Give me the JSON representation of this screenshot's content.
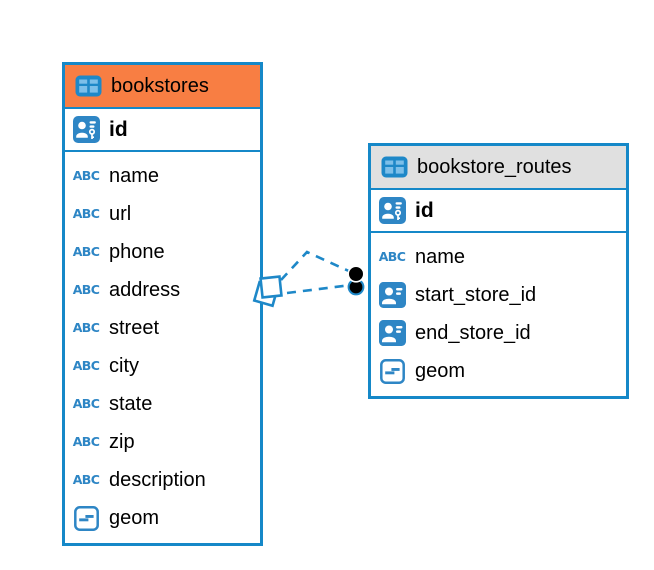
{
  "colors": {
    "accent_blue": "#1588C8",
    "icon_blue": "#2E86C5",
    "icon_light_blue": "#7DBFE9",
    "header_orange": "#F87E43",
    "header_gray": "#E0E0E0",
    "line_blue": "#1E88C8",
    "text": "#000000"
  },
  "icons": {
    "text_type_glyph": "ABC"
  },
  "tables": [
    {
      "name": "bookstores",
      "header_style": "orange",
      "primary_key": {
        "label": "id"
      },
      "fields": [
        {
          "label": "name",
          "type": "text"
        },
        {
          "label": "url",
          "type": "text"
        },
        {
          "label": "phone",
          "type": "text"
        },
        {
          "label": "address",
          "type": "text"
        },
        {
          "label": "street",
          "type": "text"
        },
        {
          "label": "city",
          "type": "text"
        },
        {
          "label": "state",
          "type": "text"
        },
        {
          "label": "zip",
          "type": "text"
        },
        {
          "label": "description",
          "type": "text"
        },
        {
          "label": "geom",
          "type": "geometry"
        }
      ]
    },
    {
      "name": "bookstore_routes",
      "header_style": "gray",
      "primary_key": {
        "label": "id"
      },
      "fields": [
        {
          "label": "name",
          "type": "text"
        },
        {
          "label": "start_store_id",
          "type": "foreign-key"
        },
        {
          "label": "end_store_id",
          "type": "foreign-key"
        },
        {
          "label": "geom",
          "type": "geometry"
        }
      ]
    }
  ],
  "connection": {
    "from_table": "bookstores",
    "to_table": "bookstore_routes",
    "line_style": "dashed",
    "line_count": 2
  }
}
